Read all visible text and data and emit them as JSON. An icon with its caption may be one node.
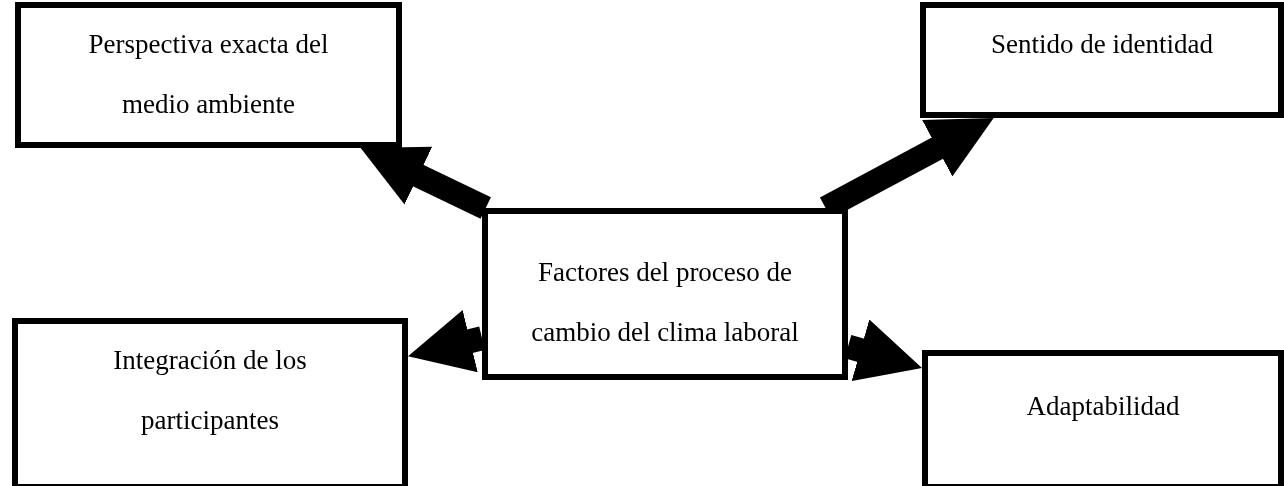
{
  "diagram": {
    "nodes": [
      {
        "text": [
          "Factores del proceso de cambio del clima laboral"
        ]
      },
      {
        "text": [
          "Perspectiva exacta del medio ambiente"
        ]
      },
      {
        "text": [
          "Sentido de identidad"
        ]
      },
      {
        "text": [
          "Integración de los participantes"
        ]
      },
      {
        "text": [
          "Adaptabilidad"
        ]
      }
    ],
    "edges": [
      {
        "from": 0,
        "to": 1,
        "arrow": "to"
      },
      {
        "from": 0,
        "to": 2,
        "arrow": "to"
      },
      {
        "from": 0,
        "to": 3,
        "arrow": "to"
      },
      {
        "from": 0,
        "to": 4,
        "arrow": "to"
      }
    ]
  }
}
